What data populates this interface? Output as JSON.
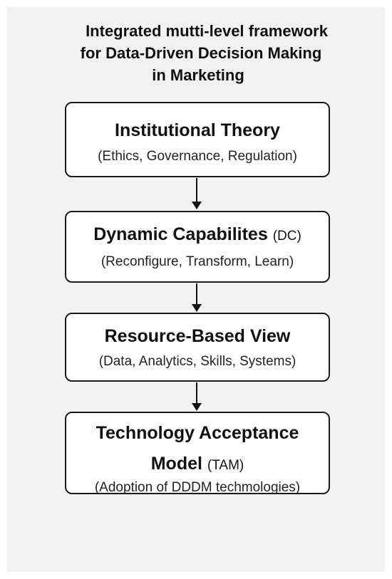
{
  "title": {
    "line1": "Integrated mutti-level framework",
    "line2": "for Data-Driven Decision Making",
    "line3": "in Marketing"
  },
  "boxes": [
    {
      "main": "Institutional Theory",
      "abbr": "",
      "subtitle": "(Ethics, Governance, Regulation)"
    },
    {
      "main": "Dynamic Capabilites",
      "abbr": "(DC)",
      "subtitle": "(Reconfigure, Transform, Learn)"
    },
    {
      "main": "Resource-Based View",
      "abbr": "",
      "subtitle": "(Data, Analytics, Skills, Systems)"
    },
    {
      "main_line1": "Technology Acceptance",
      "main_line2": "Model",
      "abbr": "(TAM)",
      "subtitle": "(Adoption of DDDM techmologies)"
    }
  ],
  "colors": {
    "background": "#f2f2f2",
    "box_fill": "#ffffff",
    "stroke": "#1a1a1a",
    "text": "#111111"
  },
  "icons": {
    "connector": "down-arrow-icon"
  }
}
